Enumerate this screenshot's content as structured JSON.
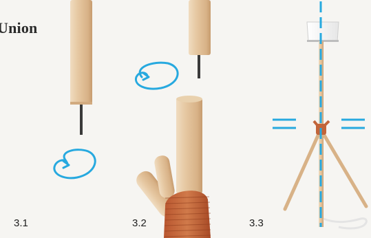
{
  "title": "Union",
  "steps": [
    {
      "label": "3.1"
    },
    {
      "label": "3.2"
    },
    {
      "label": "3.3"
    }
  ],
  "colors": {
    "background": "#f6f5f2",
    "wood": "#e3c49d",
    "accent": "#27a9df",
    "cord": "#c2653a",
    "text": "#2a2a2a"
  }
}
